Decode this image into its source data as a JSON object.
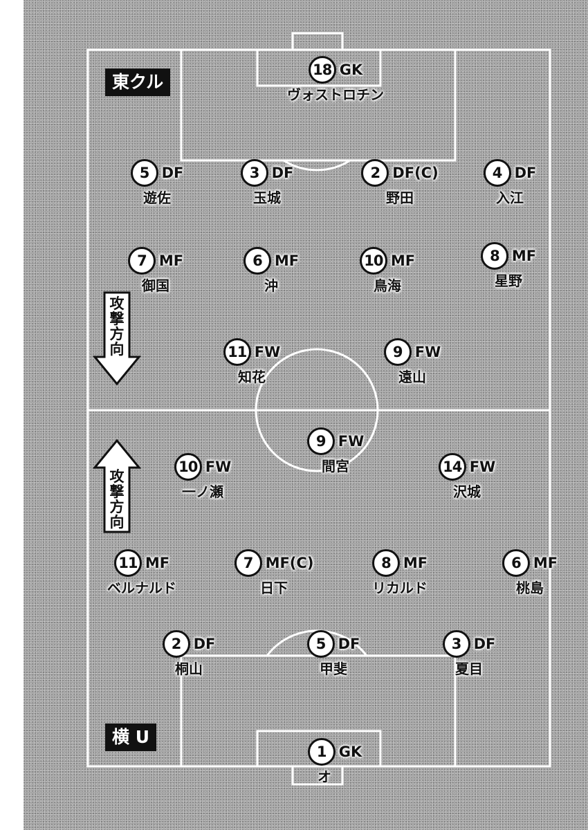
{
  "colors": {
    "field": "#9c9c9c",
    "lines": "#ffffff",
    "ink": "#111111"
  },
  "teams": {
    "top": {
      "label": "東クル"
    },
    "bottom": {
      "label": "横 U"
    }
  },
  "attack_direction": {
    "top_text": "攻撃方向",
    "bottom_text": "攻撃方向",
    "top_points": "down",
    "bottom_points": "up"
  },
  "top_players": [
    {
      "num": "18",
      "pos": "GK",
      "name": "ヴォストロチン"
    },
    {
      "num": "5",
      "pos": "DF",
      "name": "遊佐"
    },
    {
      "num": "3",
      "pos": "DF",
      "name": "玉城"
    },
    {
      "num": "2",
      "pos": "DF(C)",
      "name": "野田"
    },
    {
      "num": "4",
      "pos": "DF",
      "name": "入江"
    },
    {
      "num": "7",
      "pos": "MF",
      "name": "御国"
    },
    {
      "num": "6",
      "pos": "MF",
      "name": "沖"
    },
    {
      "num": "10",
      "pos": "MF",
      "name": "鳥海"
    },
    {
      "num": "8",
      "pos": "MF",
      "name": "星野"
    },
    {
      "num": "11",
      "pos": "FW",
      "name": "知花"
    },
    {
      "num": "9",
      "pos": "FW",
      "name": "遠山"
    }
  ],
  "bottom_players": [
    {
      "num": "9",
      "pos": "FW",
      "name": "間宮"
    },
    {
      "num": "10",
      "pos": "FW",
      "name": "一ノ瀬"
    },
    {
      "num": "14",
      "pos": "FW",
      "name": "沢城"
    },
    {
      "num": "11",
      "pos": "MF",
      "name": "ベルナルド"
    },
    {
      "num": "7",
      "pos": "MF(C)",
      "name": "日下"
    },
    {
      "num": "8",
      "pos": "MF",
      "name": "リカルド"
    },
    {
      "num": "6",
      "pos": "MF",
      "name": "桃島"
    },
    {
      "num": "2",
      "pos": "DF",
      "name": "桐山"
    },
    {
      "num": "5",
      "pos": "DF",
      "name": "甲斐"
    },
    {
      "num": "3",
      "pos": "DF",
      "name": "夏目"
    },
    {
      "num": "1",
      "pos": "GK",
      "name": "オ"
    }
  ]
}
